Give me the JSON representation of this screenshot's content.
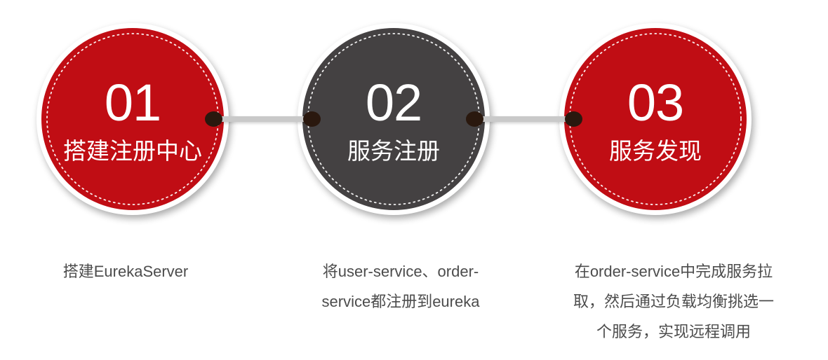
{
  "colors": {
    "red": "#c00d14",
    "dark_gray": "#444142",
    "connector_line": "#c9c9c9",
    "connector_dot": "#2a180e",
    "caption_text": "#4c4c4c",
    "circle_text": "#ffffff"
  },
  "steps": [
    {
      "number": "01",
      "title": "搭建注册中心",
      "caption_lines": [
        "搭建EurekaServer"
      ],
      "circle_color": "#c00d14"
    },
    {
      "number": "02",
      "title": "服务注册",
      "caption_lines": [
        "将user-service、order-",
        "service都注册到eureka"
      ],
      "circle_color": "#444142"
    },
    {
      "number": "03",
      "title": "服务发现",
      "caption_lines": [
        "在order-service中完成服务拉",
        "取，然后通过负载均衡挑选一",
        "个服务，实现远程调用"
      ],
      "circle_color": "#c00d14"
    }
  ]
}
